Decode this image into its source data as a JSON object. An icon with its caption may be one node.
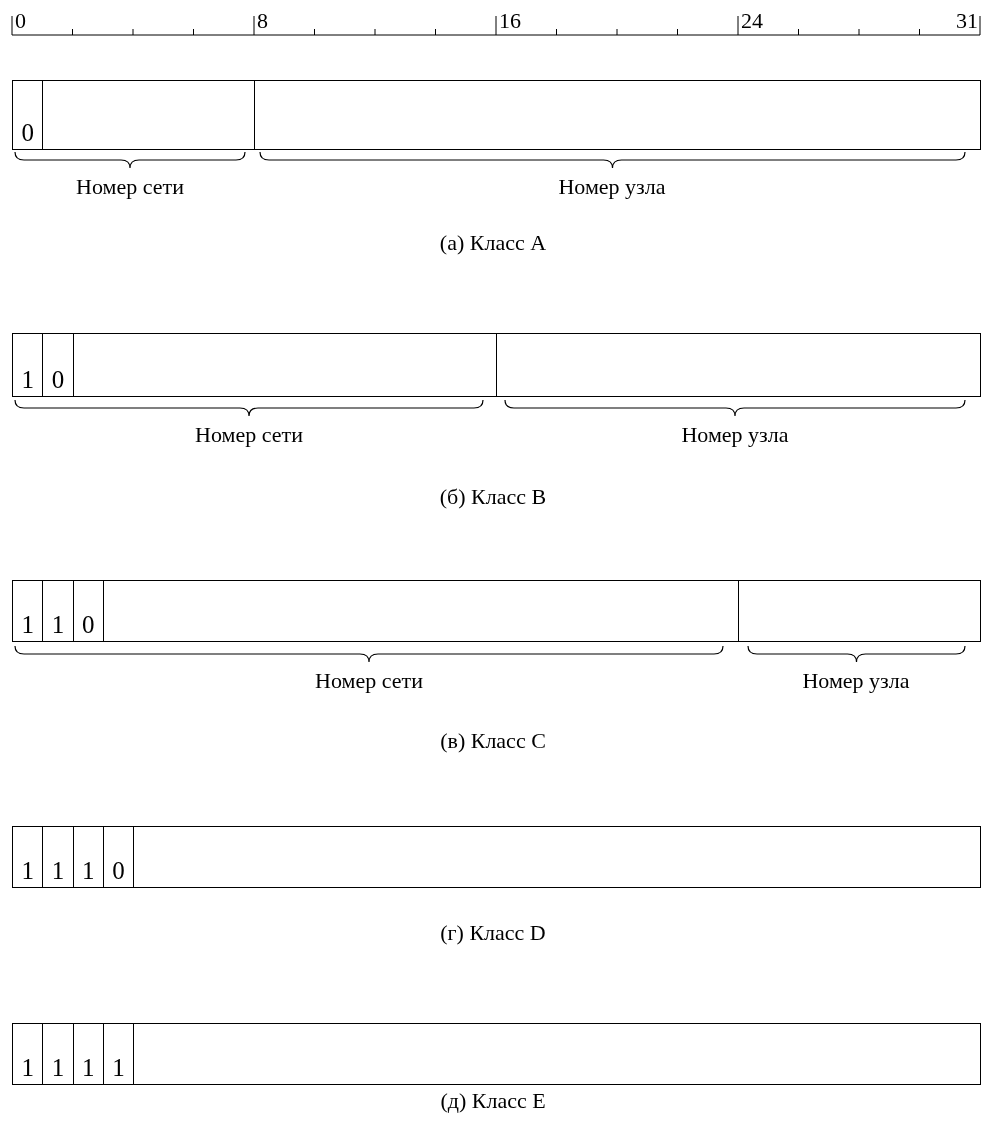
{
  "diagram": {
    "nodes": [
      {
        "text": [
          "0"
        ]
      },
      {
        "text": [],
        "shape": "box"
      },
      {
        "text": [],
        "shape": "box"
      },
      {
        "text": [
          "1"
        ]
      },
      {
        "text": [
          "0"
        ]
      },
      {
        "text": [],
        "shape": "box"
      },
      {
        "text": [],
        "shape": "box"
      },
      {
        "text": [
          "1"
        ]
      },
      {
        "text": [
          "1"
        ]
      },
      {
        "text": [
          "0"
        ]
      },
      {
        "text": [],
        "shape": "box"
      },
      {
        "text": [],
        "shape": "box"
      },
      {
        "text": [
          "1"
        ]
      },
      {
        "text": [
          "1"
        ]
      },
      {
        "text": [
          "1"
        ]
      },
      {
        "text": [
          "0"
        ]
      },
      {
        "text": [],
        "shape": "box"
      },
      {
        "text": [
          "1"
        ]
      },
      {
        "text": [
          "1"
        ]
      },
      {
        "text": [
          "1"
        ]
      },
      {
        "text": [
          "1"
        ]
      },
      {
        "text": [],
        "shape": "box"
      }
    ],
    "edges": [],
    "labels": [
      "0",
      "8",
      "16",
      "24",
      "31",
      "Номер сети",
      "Номер узла",
      "(а) Класс A",
      "Номер сети",
      "Номер узла",
      "(б) Класс B",
      "Номер сети",
      "Номер узла",
      "(в) Класс C",
      "(г) Класс D",
      "(д) Класс E"
    ]
  }
}
